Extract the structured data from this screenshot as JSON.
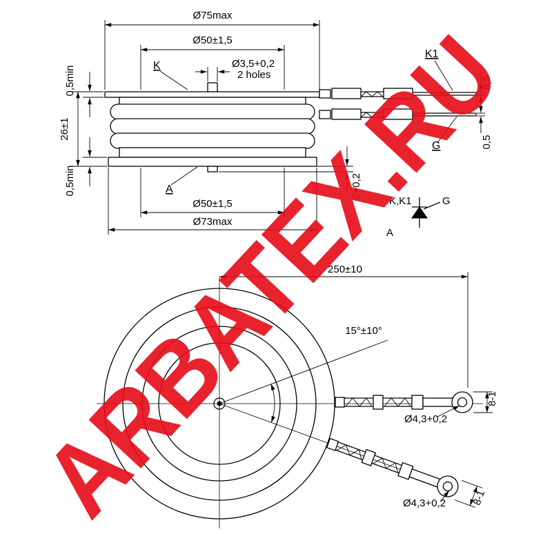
{
  "watermark": {
    "text": "ARBATEX.RU",
    "color": "#e60c18"
  },
  "side_view": {
    "d75": "Ø75max",
    "d50_top": "Ø50±1,5",
    "hole_dia": "Ø3,5+0,2",
    "hole_note": "2 holes",
    "gap_top": "0,5min",
    "height": "26±1",
    "gap_bottom": "0,5min",
    "d50_bottom": "Ø50±1,5",
    "d73": "Ø73max",
    "pin_height": "2+0,2",
    "lead_k1_thickness": "0,5",
    "lead_g_thickness": "0,5",
    "label_k": "K",
    "label_k1": "K1",
    "label_g": "G",
    "label_a": "A"
  },
  "symbol": {
    "cathode": "K,K1",
    "gate": "G",
    "anode": "A"
  },
  "plan_view": {
    "length": "250±10",
    "angle": "15°±10°",
    "lug1_hole": "Ø4,3+0,2",
    "lug1_width": "8-1",
    "lug2_hole": "Ø4,3+0,2",
    "lug2_width": "8-1"
  }
}
